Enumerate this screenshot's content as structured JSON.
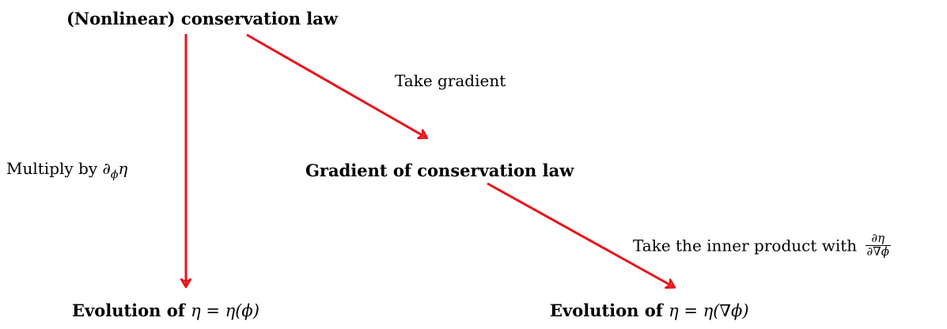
{
  "nodes": {
    "conservation_law": "(Nonlinear) conservation law",
    "gradient_law": "Gradient of conservation law",
    "evolution_phi": {
      "prefix": "Evolution of",
      "math": "η = η(ϕ)"
    },
    "evolution_grad_phi": {
      "prefix": "Evolution of",
      "math": "η = η(∇ϕ)"
    }
  },
  "edges": {
    "take_gradient": "Take gradient",
    "multiply": {
      "prefix": "Multiply by",
      "op": "∂",
      "sub": "ϕ",
      "var": "η"
    },
    "inner_product": {
      "prefix": "Take the inner product with",
      "num": "∂η",
      "den": "∂∇ϕ"
    }
  },
  "colors": {
    "arrow": "#e8141a",
    "text": "#000000"
  }
}
